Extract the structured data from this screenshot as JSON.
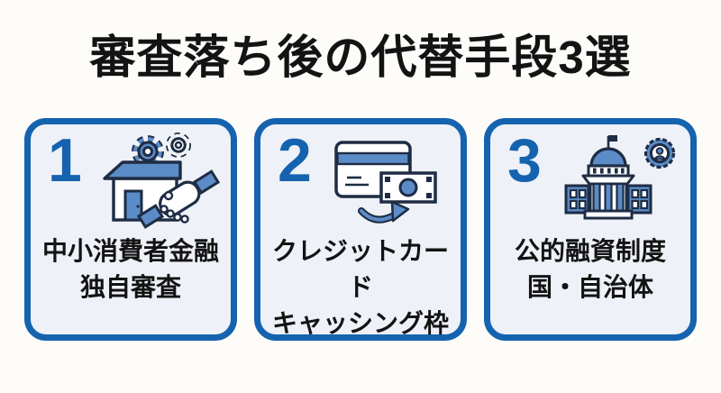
{
  "page": {
    "title": "審査落ち後の代替手段3選"
  },
  "colors": {
    "accent_blue": "#1563af",
    "card_bg": "#eef1f7",
    "page_bg": "#fdfcf9",
    "icon_outline": "#1e2c44",
    "icon_blue": "#5b8cc7",
    "text_black": "#131313"
  },
  "cards": [
    {
      "number": "1",
      "icon": "house-gears-handshake-icon",
      "line1": "中小消費者金融",
      "line2": "独自審査"
    },
    {
      "number": "2",
      "icon": "credit-card-cashing-icon",
      "line1": "クレジットカード",
      "line2": "キャッシング枠"
    },
    {
      "number": "3",
      "icon": "government-building-badge-icon",
      "line1": "公的融資制度",
      "line2": "国・自治体"
    }
  ]
}
